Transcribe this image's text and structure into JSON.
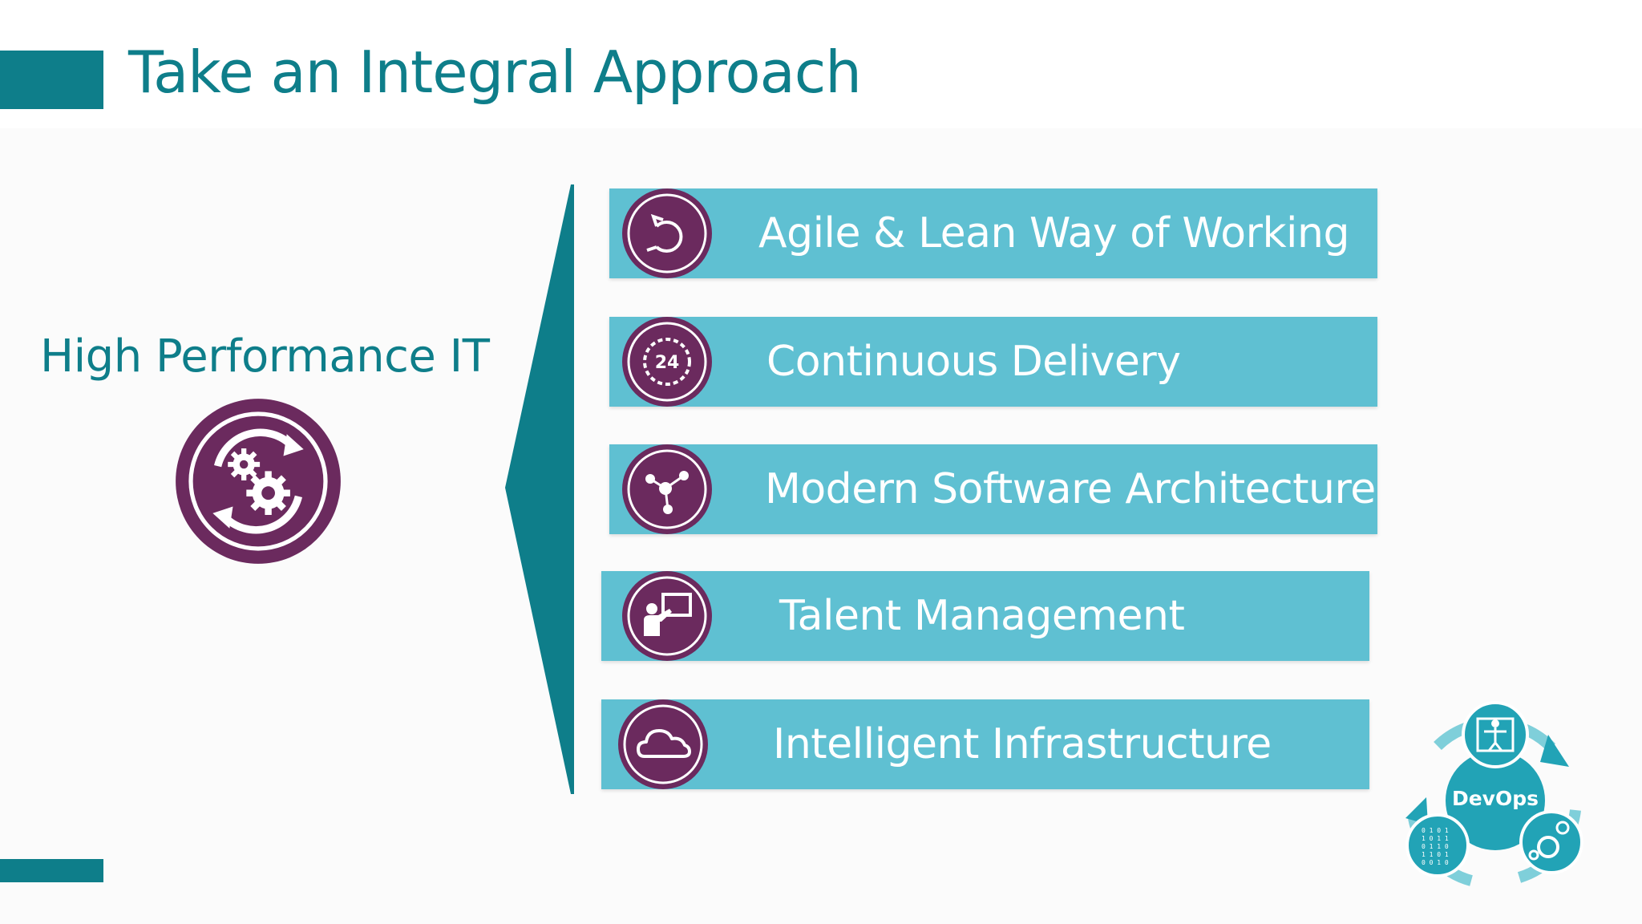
{
  "title": "Take an Integral Approach",
  "hub": {
    "label": "High Performance IT",
    "icon": "cycle-gears-icon"
  },
  "items": [
    {
      "label": "Agile & Lean Way of Working",
      "icon": "agile-cycle-icon"
    },
    {
      "label": "Continuous Delivery",
      "icon": "24-hours-icon"
    },
    {
      "label": "Modern Software Architecture",
      "icon": "network-nodes-icon"
    },
    {
      "label": "Talent Management",
      "icon": "presenter-icon"
    },
    {
      "label": "Intelligent Infrastructure",
      "icon": "cloud-icon"
    }
  ],
  "logo": {
    "text": "DevOps"
  },
  "colors": {
    "teal": "#0e7e8a",
    "bar": "#5fc0d2",
    "purple": "#6b2a5e",
    "logo_teal": "#22a3b6"
  }
}
